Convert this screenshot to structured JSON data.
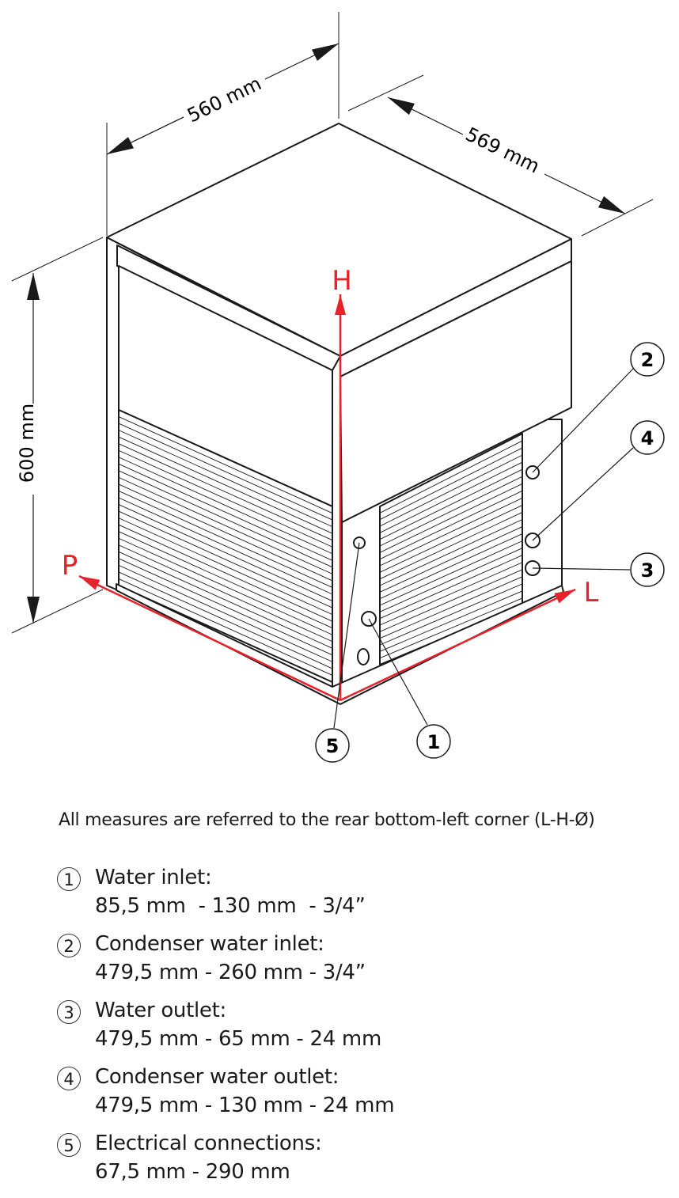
{
  "dimensions": {
    "width": "560 mm",
    "depth": "569 mm",
    "height": "600 mm"
  },
  "axes": {
    "h": "H",
    "p": "P",
    "l": "L"
  },
  "colors": {
    "axis": "#e8222a",
    "line": "#1a1a1a"
  },
  "callouts": [
    "1",
    "2",
    "3",
    "4",
    "5"
  ],
  "note": "All measures are referred to the rear bottom-left corner (L-H-Ø)",
  "legend": [
    {
      "num": "1",
      "label": "Water inlet:",
      "value": "85,5 mm  - 130 mm  - 3/4”"
    },
    {
      "num": "2",
      "label": "Condenser water inlet:",
      "value": "479,5 mm - 260 mm - 3/4”"
    },
    {
      "num": "3",
      "label": "Water outlet:",
      "value": "479,5 mm - 65 mm - 24 mm"
    },
    {
      "num": "4",
      "label": "Condenser water outlet:",
      "value": "479,5 mm - 130 mm - 24 mm"
    },
    {
      "num": "5",
      "label": "Electrical connections:",
      "value": "67,5 mm - 290 mm"
    }
  ]
}
